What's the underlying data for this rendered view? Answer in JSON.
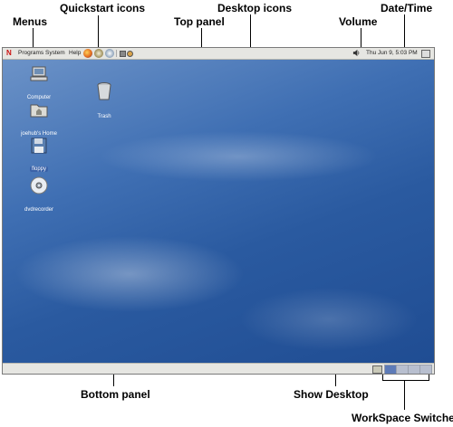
{
  "callouts": {
    "menus": "Menus",
    "quickstart": "Quickstart icons",
    "top_panel": "Top panel",
    "desktop_icons": "Desktop icons",
    "volume": "Volume",
    "datetime": "Date/Time",
    "bottom_panel": "Bottom panel",
    "show_desktop": "Show Desktop",
    "workspace_switcher": "WorkSpace Switcher"
  },
  "top_panel": {
    "logo": "N",
    "menus": [
      "Programs",
      "System",
      "Help"
    ],
    "datetime": "Thu Jun  9,  5:03 PM"
  },
  "quickstart_icons": [
    "firefox-icon",
    "email-icon",
    "gimp-icon",
    "window-icon",
    "settings-icon"
  ],
  "desktop_icons": [
    {
      "label": "Computer",
      "icon": "computer-icon"
    },
    {
      "label": "Trash",
      "icon": "trash-icon"
    },
    {
      "label": "joehub's Home",
      "icon": "home-folder-icon"
    },
    {
      "label": "floppy",
      "icon": "floppy-icon"
    },
    {
      "label": "dvdrecorder",
      "icon": "dvd-icon"
    }
  ],
  "colors": {
    "desktop_blue": "#2a5aa0",
    "panel": "#e6e6e2",
    "workspace_active": "#5d7bb8",
    "workspace_inactive": "#b8bfcf"
  }
}
